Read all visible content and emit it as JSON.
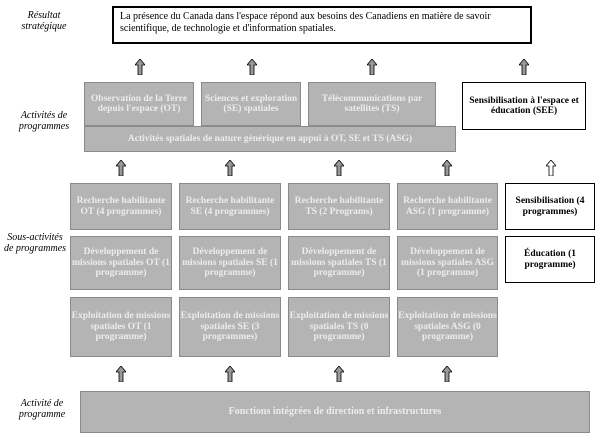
{
  "labels": {
    "resultat": "Résultat stratégique",
    "activites": "Activités de programmes",
    "sous_activites": "Sous-activités de programmes",
    "activite": "Activité de programme"
  },
  "result_text": "La présence du Canada dans l'espace répond aux besoins des Canadiens en matière de savoir scientifique, de technologie et d'information spatiales.",
  "activities": {
    "ot": "Observation de la Terre depuis l'espace (OT)",
    "se": "Sciences et exploration (SE) spatiales",
    "ts": "Télécommunications par satellites (TS)",
    "see": "Sensibilisation à l'espace et éducation (SEE)",
    "asg": "Activités spatiales de nature générique en appui à OT, SE et TS (ASG)"
  },
  "sub": {
    "rech": [
      "Recherche habilitante OT (4 programmes)",
      "Recherche habilitante SE (4 programmes)",
      "Recherche habilitante TS (2 Programs)",
      "Recherche habilitante ASG (1 programme)"
    ],
    "dev": [
      "Développement de missions spatiales OT (1 programme)",
      "Développement de missions spatiales SE (1 programme)",
      "Développement de missions spatiales TS (1 programme)",
      "Développement de missions spatiales ASG (1 programme)"
    ],
    "exp": [
      "Exploitation de missions spatiales OT (1 programme)",
      "Exploitation de missions spatiales SE (3 programmes)",
      "Exploitation de missions spatiales TS (0 programme)",
      "Exploitation de missions spatiales ASG (0 programme)"
    ],
    "sens": "Sensibilisation (4 programmes)",
    "edu": "Éducation (1 programme)"
  },
  "bottom": "Fonctions intégrées de direction et infrastructures",
  "colors": {
    "grey_fill": "#b4b4b4",
    "grey_text": "#ececec",
    "border": "#000000"
  }
}
